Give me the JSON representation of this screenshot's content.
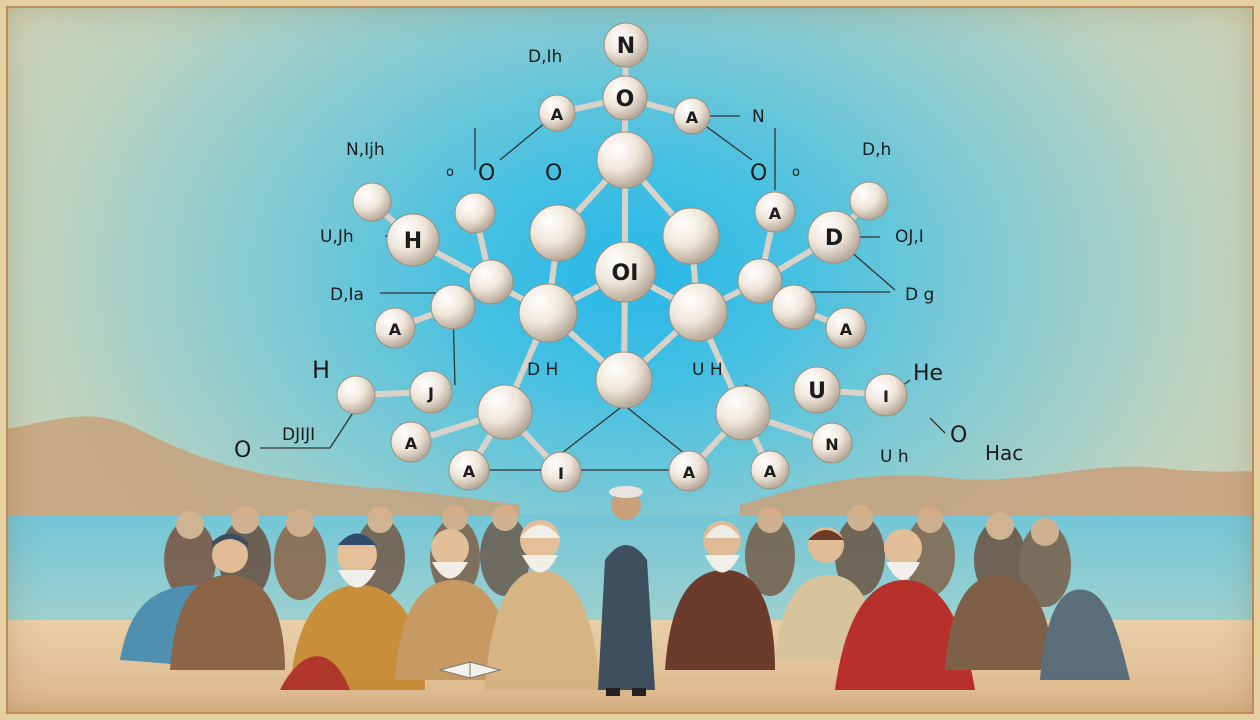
{
  "scene": {
    "palette": {
      "sky_center": "#27b7e8",
      "sky_edge": "#e3d2a8",
      "sea": "#6fc2d2",
      "sand": "#e6c7a0",
      "atom": "#efe6da",
      "bond": "#d9d2c8"
    },
    "atom_labels": [
      {
        "id": "top",
        "text": "N"
      },
      {
        "id": "upper",
        "text": "O"
      },
      {
        "id": "upper-left",
        "text": "A"
      },
      {
        "id": "upper-right",
        "text": "A"
      },
      {
        "id": "center",
        "text": "OI"
      },
      {
        "id": "left-h",
        "text": "H"
      },
      {
        "id": "left-a",
        "text": "A"
      },
      {
        "id": "right-a-top",
        "text": "A"
      },
      {
        "id": "right-d",
        "text": "D"
      },
      {
        "id": "right-a-mid",
        "text": "A"
      },
      {
        "id": "left-j",
        "text": "J"
      },
      {
        "id": "left-a-low",
        "text": "A"
      },
      {
        "id": "left-a-bottom",
        "text": "A"
      },
      {
        "id": "left-i-bottom",
        "text": "I"
      },
      {
        "id": "right-a-bottom",
        "text": "A"
      },
      {
        "id": "right-a-low",
        "text": "A"
      },
      {
        "id": "right-u",
        "text": "U"
      },
      {
        "id": "right-i",
        "text": "I"
      },
      {
        "id": "right-n-low",
        "text": "N"
      }
    ],
    "annotations": [
      {
        "id": "dh-top",
        "text": "D,Ih"
      },
      {
        "id": "n-right",
        "text": "N"
      },
      {
        "id": "nu",
        "text": "N,Ijh"
      },
      {
        "id": "o-left",
        "text": "O"
      },
      {
        "id": "o-left2",
        "text": "O"
      },
      {
        "id": "o-right",
        "text": "O"
      },
      {
        "id": "o-small-left",
        "text": "o"
      },
      {
        "id": "o-small-right",
        "text": "o"
      },
      {
        "id": "dh-right",
        "text": "D,h"
      },
      {
        "id": "uj-left",
        "text": "U,Jh"
      },
      {
        "id": "oj-right",
        "text": "OJ,I"
      },
      {
        "id": "dia",
        "text": "D,Ia"
      },
      {
        "id": "dg",
        "text": "D g"
      },
      {
        "id": "h-left",
        "text": "H"
      },
      {
        "id": "dh-mid",
        "text": "D H"
      },
      {
        "id": "uh-mid",
        "text": "U H"
      },
      {
        "id": "he-right",
        "text": "He"
      },
      {
        "id": "o-low-left",
        "text": "O"
      },
      {
        "id": "dj-left",
        "text": "DJIJI"
      },
      {
        "id": "o-low-right",
        "text": "O"
      },
      {
        "id": "u-low-right",
        "text": "U h"
      },
      {
        "id": "hac",
        "text": "Hac"
      }
    ]
  }
}
